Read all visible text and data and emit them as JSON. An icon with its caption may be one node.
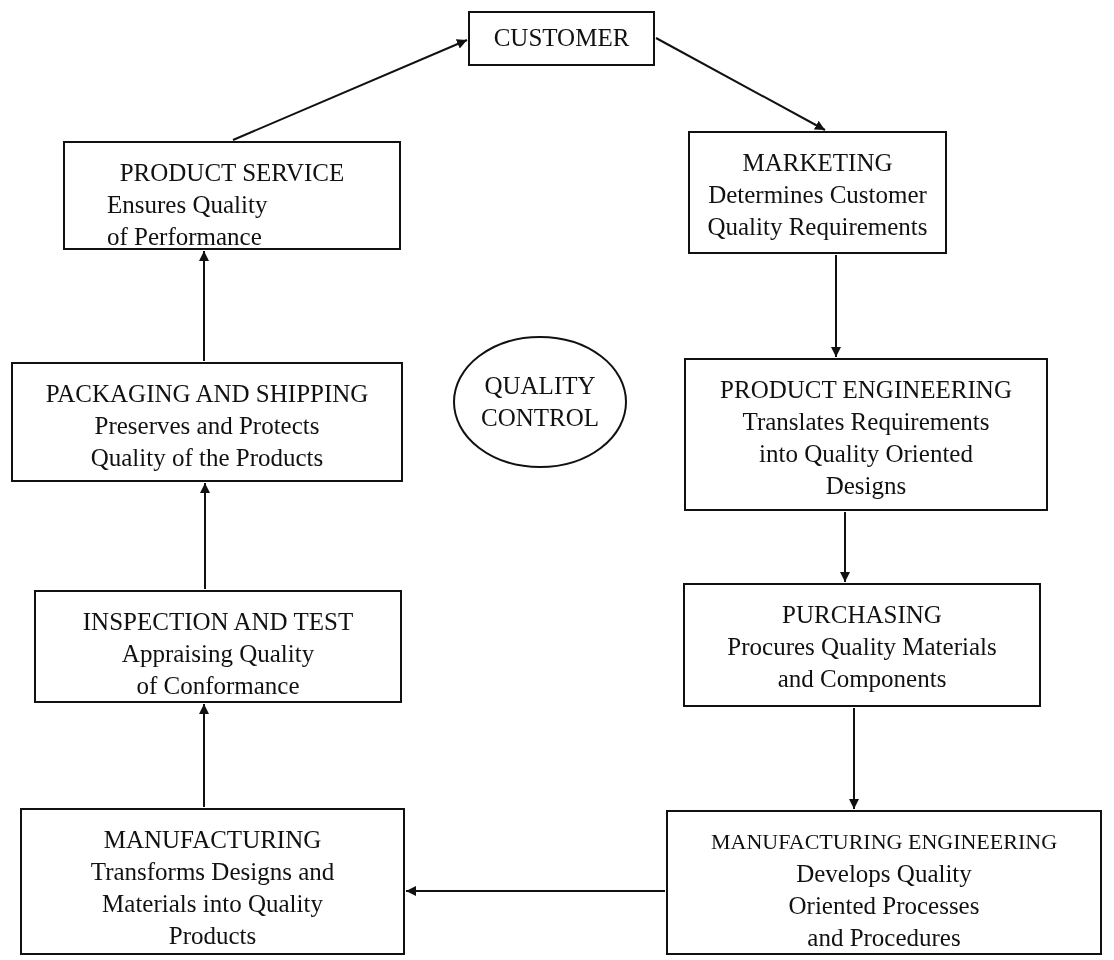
{
  "diagram": {
    "nodes": [
      {
        "text": [
          "CUSTOMER"
        ]
      },
      {
        "text": [
          "PRODUCT SERVICE",
          "Ensures Quality of Performance"
        ]
      },
      {
        "text": [
          "MARKETING",
          "Determines Customer Quality Requirements"
        ]
      },
      {
        "text": [
          "PACKAGING AND SHIPPING",
          "Preserves and Protects Quality of the Products"
        ]
      },
      {
        "text": [
          "QUALITY CONTROL"
        ]
      },
      {
        "text": [
          "PRODUCT ENGINEERING",
          "Translates Requirements into Quality Oriented Designs"
        ]
      },
      {
        "text": [
          "INSPECTION AND TEST",
          "Appraising Quality of Conformance"
        ]
      },
      {
        "text": [
          "PURCHASING",
          "Procures Quality Materials and Components"
        ]
      },
      {
        "text": [
          "MANUFACTURING",
          "Transforms Designs and Materials into Quality Products"
        ]
      },
      {
        "text": [
          "MANUFACTURING ENGINEERING",
          "Develops Quality Oriented Processes and Procedures"
        ]
      }
    ],
    "edges": [
      {
        "from": 1,
        "to": 0,
        "arrow": "to"
      },
      {
        "from": 0,
        "to": 2,
        "arrow": "to"
      },
      {
        "from": 2,
        "to": 5,
        "arrow": "to"
      },
      {
        "from": 5,
        "to": 7,
        "arrow": "to"
      },
      {
        "from": 7,
        "to": 9,
        "arrow": "to"
      },
      {
        "from": 9,
        "to": 8,
        "arrow": "to"
      },
      {
        "from": 8,
        "to": 6,
        "arrow": "to"
      },
      {
        "from": 6,
        "to": 3,
        "arrow": "to"
      },
      {
        "from": 3,
        "to": 1,
        "arrow": "to"
      }
    ]
  }
}
